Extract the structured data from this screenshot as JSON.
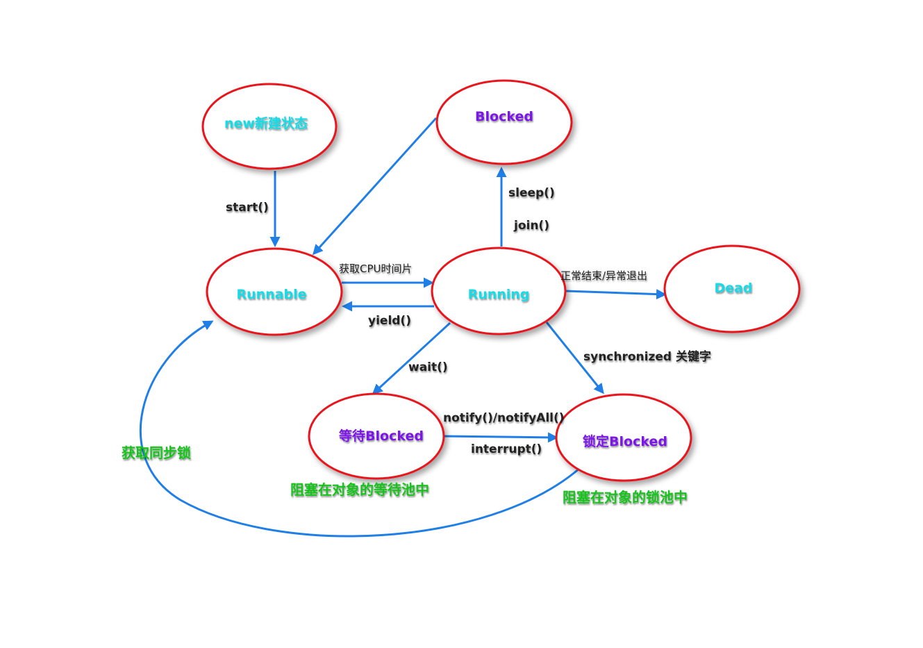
{
  "colors": {
    "node_stroke": "#e8141c",
    "edge": "#1f7fe6",
    "state_cyan": "#19dbe6",
    "state_purple": "#7b16e8",
    "note_green": "#17c21a",
    "label_dark": "#222222"
  },
  "nodes": {
    "new": {
      "label": "new新建状态"
    },
    "blocked_top": {
      "label": "Blocked"
    },
    "runnable": {
      "label": "Runnable"
    },
    "running": {
      "label": "Running"
    },
    "dead": {
      "label": "Dead"
    },
    "wait_blocked": {
      "label": "等待Blocked"
    },
    "lock_blocked": {
      "label": "锁定Blocked"
    }
  },
  "edges": {
    "start": "start()",
    "get_cpu": "获取CPU时间片",
    "yield": "yield()",
    "sleep": "sleep()",
    "join": "join()",
    "normal_exit": "正常结束/异常退出",
    "wait": "wait()",
    "synchronized": "synchronized 关键字",
    "notify": "notify()/notifyAll()",
    "interrupt": "interrupt()",
    "get_lock": "获取同步锁"
  },
  "notes": {
    "wait_pool": "阻塞在对象的等待池中",
    "lock_pool": "阻塞在对象的锁池中"
  }
}
